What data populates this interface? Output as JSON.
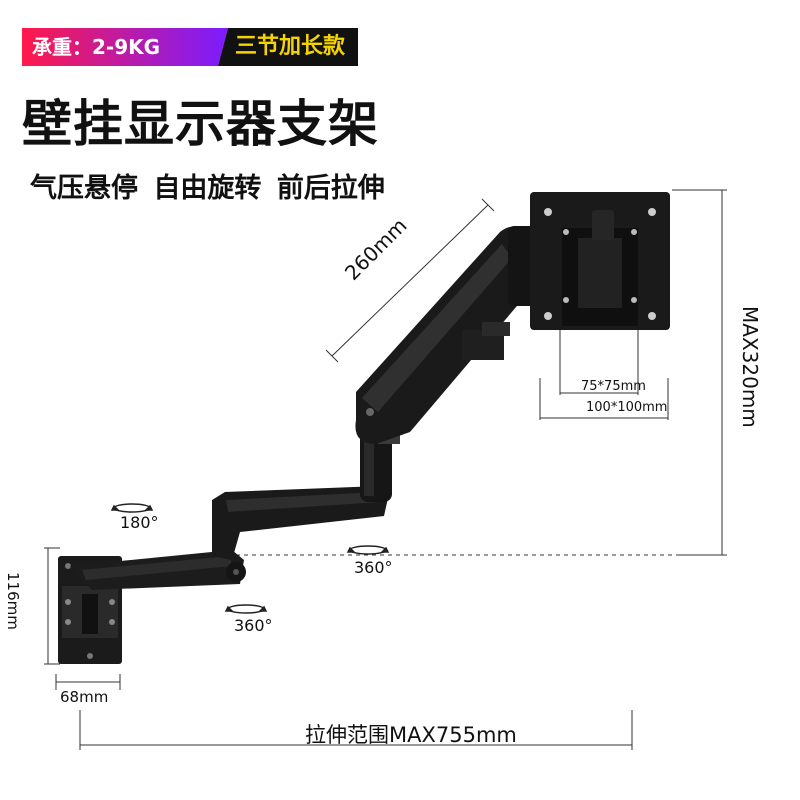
{
  "badge": {
    "load_label": "承重：2-9KG",
    "extension_label": "三节加长款",
    "colors": {
      "gradient_start": "#ff1a4a",
      "gradient_end": "#7a1cff",
      "dark": "#111111",
      "accent_text": "#f5d400"
    }
  },
  "title": "壁挂显示器支架",
  "features": [
    "气压悬停",
    "自由旋转",
    "前后拉伸"
  ],
  "dimensions": {
    "arm_length": "260mm",
    "max_height": "MAX320mm",
    "base_height": "116mm",
    "base_width": "68mm",
    "stretch_range": "拉伸范围MAX755mm",
    "vesa_small": "75*75mm",
    "vesa_large": "100*100mm"
  },
  "rotations": {
    "r180": "180°",
    "r360_upper": "360°",
    "r360_lower": "360°"
  }
}
